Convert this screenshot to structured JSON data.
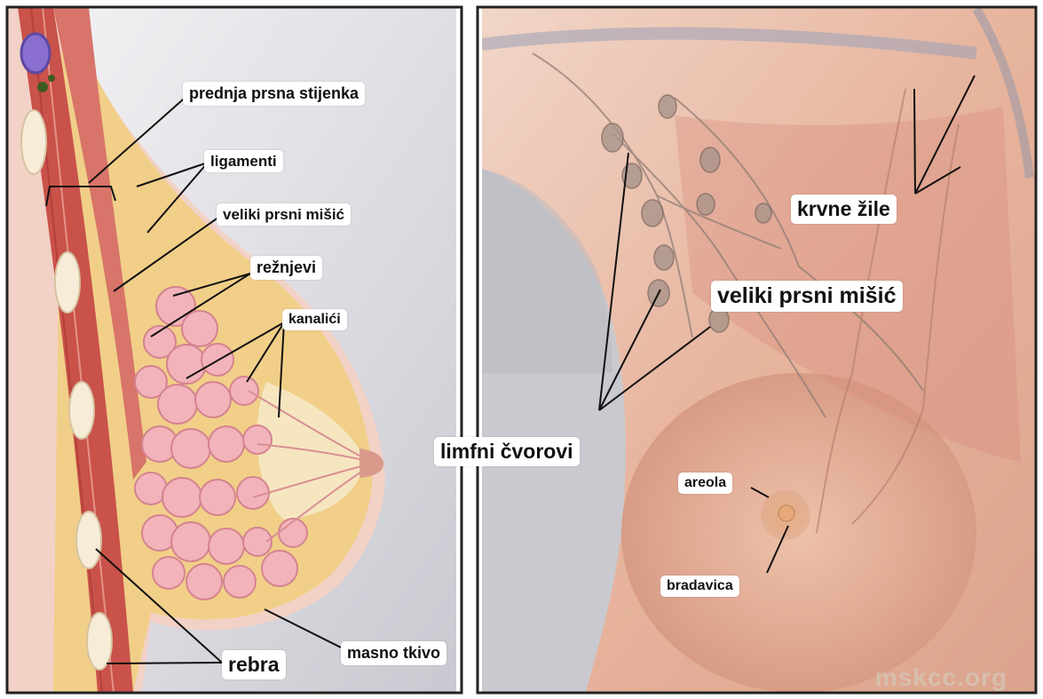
{
  "colors": {
    "background_left": "#e9e9ec",
    "muscle": "#c9524a",
    "fat": "#f1cf88",
    "lobule": "#f2b3bb",
    "skin": "#e6b39a",
    "leader": "#111111"
  },
  "left_panel": {
    "labels": {
      "chest_wall": "prednja prsna stijenka",
      "ligaments": "ligamenti",
      "pectoral_muscle": "veliki prsni mišić",
      "lobes": "režnjevi",
      "ducts": "kanalići",
      "ribs": "rebra",
      "fatty_tissue": "masno tkivo"
    }
  },
  "right_panel": {
    "labels": {
      "blood_vessels": "krvne žile",
      "pectoral_muscle": "veliki prsni mišić",
      "lymph_nodes": "limfni čvorovi",
      "areola": "areola",
      "nipple": "bradavica"
    },
    "watermark": "mskcc.org"
  }
}
